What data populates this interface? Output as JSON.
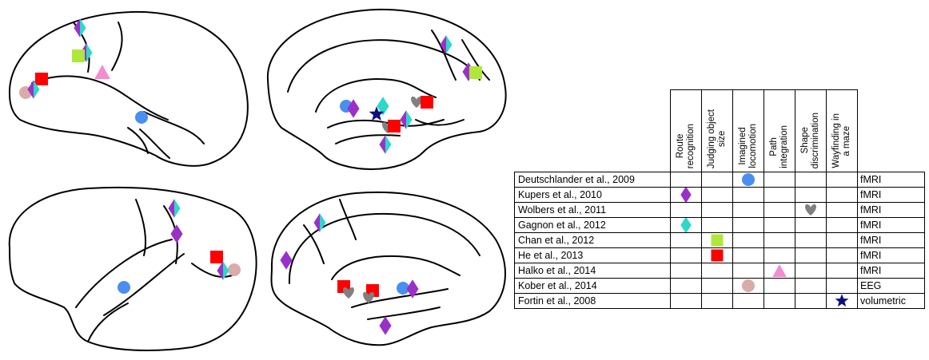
{
  "colors": {
    "route_recognition": "#9b30c8",
    "judging_object_size": "#2ed8c8",
    "imagined_locomotion": "#4a8ef0",
    "path_integration": "#f48cd0",
    "shape_discrimination": "#808080",
    "wayfinding": "#0a1080",
    "red": "#ff0000",
    "lime": "#aee83a",
    "tan": "#d8aca8"
  },
  "table": {
    "columns": [
      {
        "label": "Route\nrecognition"
      },
      {
        "label": "Judging object\nsize"
      },
      {
        "label": "Imagined\nlocomotion"
      },
      {
        "label": "Path\nintegration"
      },
      {
        "label": "Shape\ndiscrimination"
      },
      {
        "label": "Wayfinding in\na maze"
      }
    ],
    "rows": [
      {
        "study": "Deutschlander et al., 2009",
        "method": "fMRI",
        "col": 2,
        "marker": "circle",
        "color": "#4a8ef0"
      },
      {
        "study": "Kupers et al., 2010",
        "method": "fMRI",
        "col": 0,
        "marker": "diamond",
        "color": "#9b30c8"
      },
      {
        "study": "Wolbers et al., 2011",
        "method": "fMRI",
        "col": 4,
        "marker": "heart",
        "color": "#808080"
      },
      {
        "study": "Gagnon et al., 2012",
        "method": "fMRI",
        "col": 0,
        "marker": "diamond",
        "color": "#2ed8c8"
      },
      {
        "study": "Chan et al., 2012",
        "method": "fMRI",
        "col": 1,
        "marker": "square",
        "color": "#aee83a"
      },
      {
        "study": "He et al., 2013",
        "method": "fMRI",
        "col": 1,
        "marker": "square",
        "color": "#ff0000"
      },
      {
        "study": "Halko et al., 2014",
        "method": "fMRI",
        "col": 3,
        "marker": "triangle",
        "color": "#f48cd0"
      },
      {
        "study": "Kober et al., 2014",
        "method": "EEG",
        "col": 2,
        "marker": "circle",
        "color": "#d8aca8"
      },
      {
        "study": "Fortin et al., 2008",
        "method": "volumetric",
        "col": 5,
        "marker": "star",
        "color": "#0a1080"
      }
    ]
  }
}
